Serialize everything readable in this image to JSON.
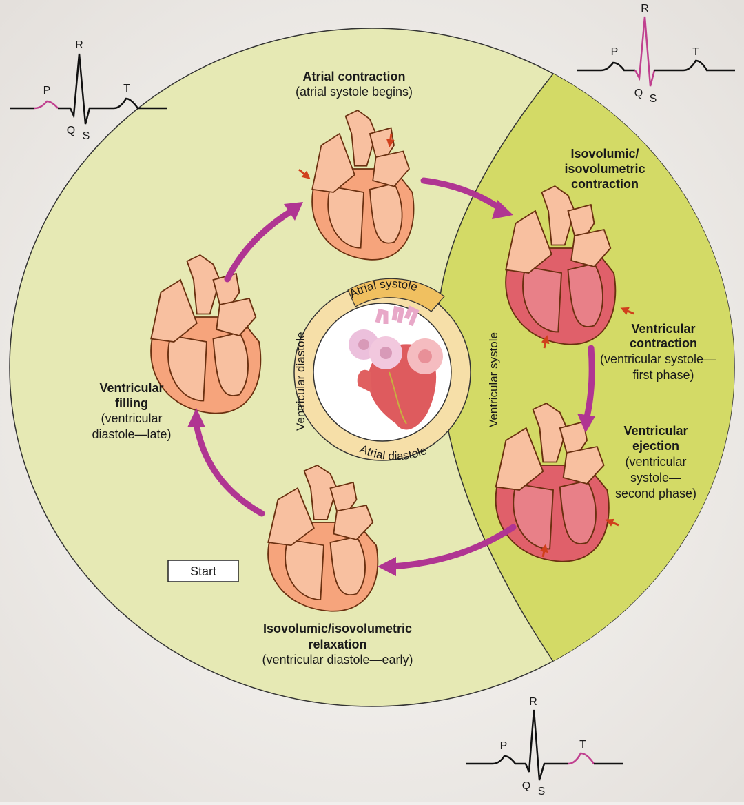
{
  "colors": {
    "background": "#f1efed",
    "diastole_region": "#e6e9b4",
    "systole_region": "#d3da66",
    "ring": "#f6dfa8",
    "ring_active": "#f0c060",
    "arrow": "#b03592",
    "heart_light": "#f6b08c",
    "heart_contracted": "#e0606a",
    "highlight_wave": "#c0408f"
  },
  "phases": {
    "atrial_contraction": {
      "title": "Atrial contraction",
      "subtitle": "(atrial systole begins)"
    },
    "isovolumic_contraction": {
      "title_lines": [
        "Isovolumic/",
        "isovolumetric",
        "contraction"
      ]
    },
    "ventricular_contraction": {
      "title_lines": [
        "Ventricular",
        "contraction"
      ],
      "subtitle_lines": [
        "(ventricular systole—",
        "first phase)"
      ]
    },
    "ventricular_ejection": {
      "title_lines": [
        "Ventricular",
        "ejection"
      ],
      "subtitle_lines": [
        "(ventricular",
        "systole—",
        "second phase)"
      ]
    },
    "isovolumic_relaxation": {
      "title_lines": [
        "Isovolumic/isovolumetric",
        "relaxation"
      ],
      "subtitle": "(ventricular diastole—early)"
    },
    "ventricular_filling": {
      "title_lines": [
        "Ventricular",
        "filling"
      ],
      "subtitle_lines": [
        "(ventricular",
        "diastole—late)"
      ]
    }
  },
  "ring_labels": {
    "atrial_systole": "Atrial systole",
    "atrial_diastole": "Atrial diastole",
    "ventricular_diastole": "Ventricular diastole",
    "ventricular_systole": "Ventricular systole"
  },
  "start_label": "Start",
  "ecg_labels": {
    "P": "P",
    "Q": "Q",
    "R": "R",
    "S": "S",
    "T": "T"
  }
}
